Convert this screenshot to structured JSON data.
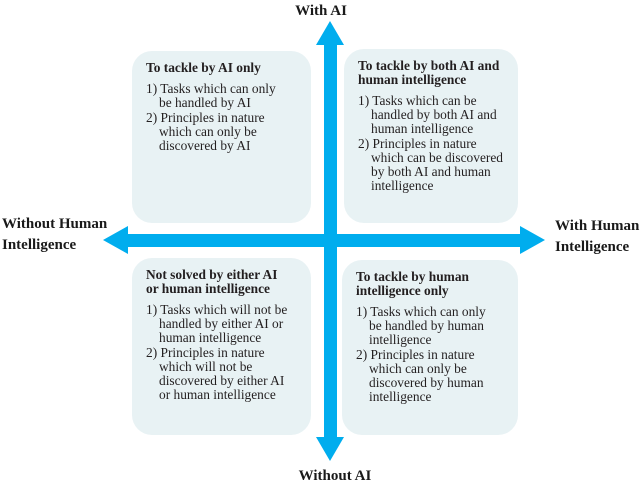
{
  "figure": {
    "type": "quadrant-diagram",
    "colors": {
      "arrow": "#00ADEE",
      "quadrant_bg": "#E8F2F4",
      "text": "#231F20",
      "background": "#FFFFFF"
    },
    "axis_labels": {
      "top": "With AI",
      "bottom": "Without AI",
      "left": [
        "Without Human",
        "Intelligence"
      ],
      "right": [
        "With Human",
        "Intelligence"
      ]
    },
    "quadrants": [
      {
        "position": "top-left",
        "title_lines": [
          "To tackle by AI only"
        ],
        "item1_lines": [
          "1) Tasks which can only",
          "be handled by AI"
        ],
        "item2_lines": [
          "2) Principles in nature",
          "which can only be",
          "discovered by AI"
        ]
      },
      {
        "position": "top-right",
        "title_lines": [
          "To tackle by both AI and",
          "human intelligence"
        ],
        "item1_lines": [
          "1) Tasks which can be",
          "handled by both AI and",
          "human intelligence"
        ],
        "item2_lines": [
          "2) Principles in nature",
          "which can be discovered",
          "by both AI and human",
          "intelligence"
        ]
      },
      {
        "position": "bottom-left",
        "title_lines": [
          "Not solved by either AI",
          "or human intelligence"
        ],
        "item1_lines": [
          "1) Tasks which will not be",
          "handled by either AI or",
          "human intelligence"
        ],
        "item2_lines": [
          "2) Principles in nature",
          "which will not be",
          "discovered by either AI",
          "or human intelligence"
        ]
      },
      {
        "position": "bottom-right",
        "title_lines": [
          "To tackle by human",
          "intelligence only"
        ],
        "item1_lines": [
          "1) Tasks which can only",
          "be handled by human",
          "intelligence"
        ],
        "item2_lines": [
          "2) Principles in nature",
          "which can only be",
          "discovered by human",
          "intelligence"
        ]
      }
    ]
  }
}
